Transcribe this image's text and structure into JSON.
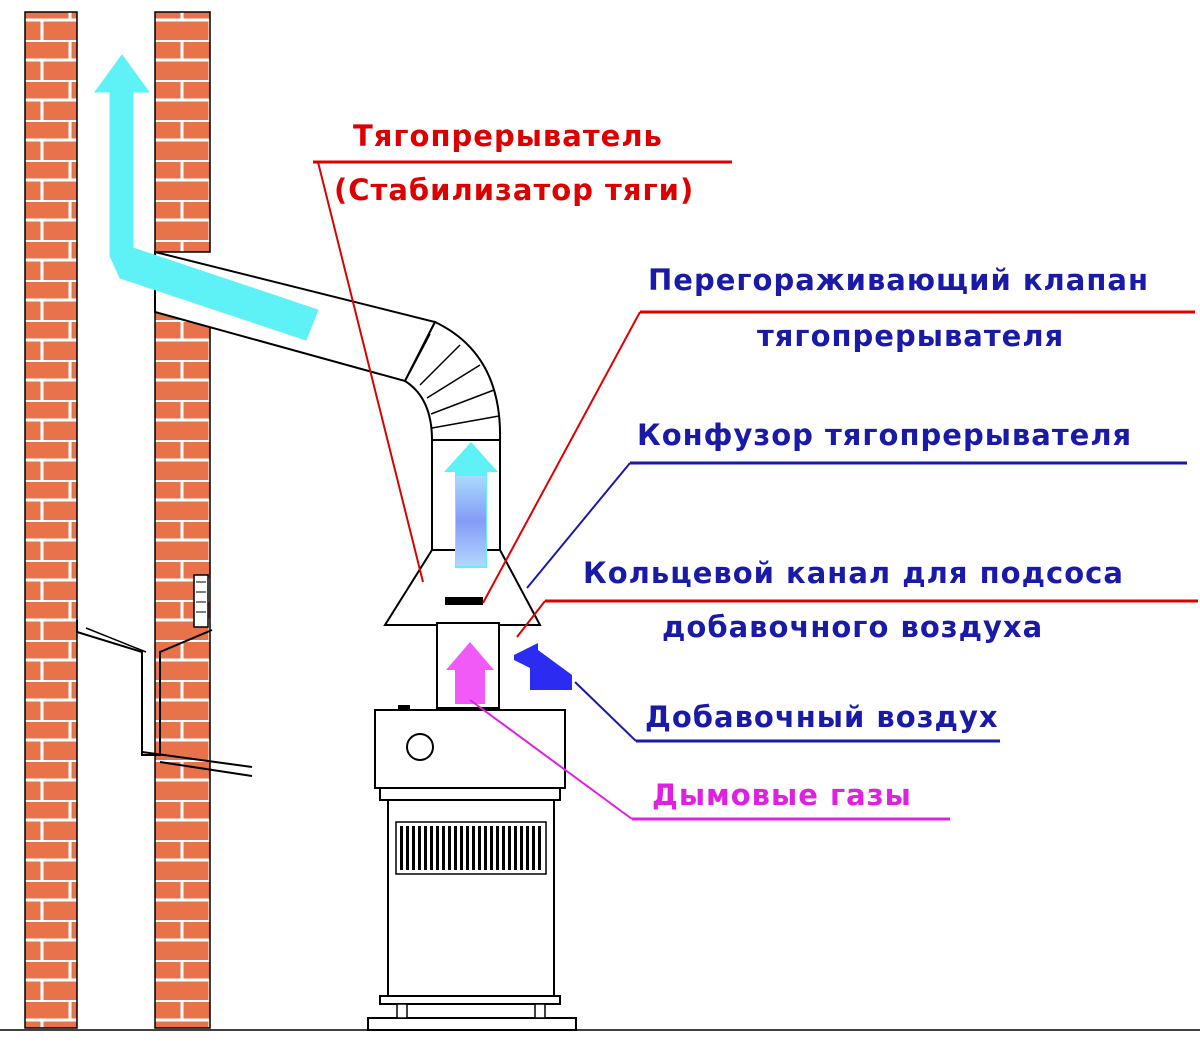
{
  "labels": {
    "draft_breaker": "Тягопрерыватель",
    "draft_stabilizer": "(Стабилизатор тяги)",
    "baffle_valve_line1": "Перегораживающий клапан",
    "baffle_valve_line2": "тягопрерывателя",
    "confuser": "Конфузор  тягопрерывателя",
    "annular_channel_line1": "Кольцевой канал для подсоса",
    "annular_channel_line2": "добавочного воздуха",
    "additional_air": "Добавочный воздух",
    "flue_gases": "Дымовые газы"
  },
  "colors": {
    "brick": "#e8734a",
    "mortar": "#ffffff",
    "outline": "#000000",
    "flow_arrow": "#5ef2f7",
    "gas_arrow": "#f25af7",
    "air_arrow": "#2b2bf2",
    "draft_breaker_label": "#dd0000",
    "baffle_label": "#1a1aa8",
    "confuser_label": "#1a1aa8",
    "annular_label": "#1a1aa8",
    "additional_air_label": "#1a1aa8",
    "flue_gas_label": "#e020e0",
    "red_leader": "#dd0000",
    "blue_leader": "#1a1aa8",
    "magenta_leader": "#e020e0"
  }
}
